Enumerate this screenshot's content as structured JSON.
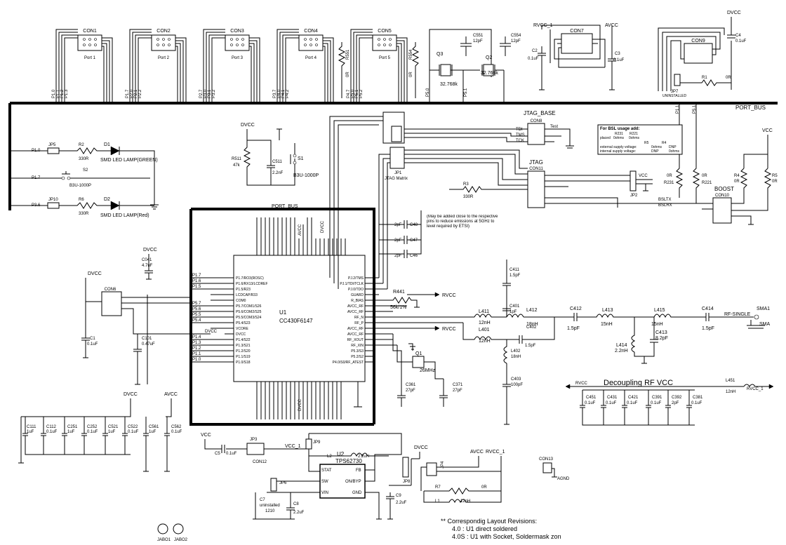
{
  "connectors": [
    {
      "ref": "CON1",
      "label": "Port 1"
    },
    {
      "ref": "CON2",
      "label": "Port 2"
    },
    {
      "ref": "CON3",
      "label": "Port 3"
    },
    {
      "ref": "CON4",
      "label": "Port 4"
    },
    {
      "ref": "CON5",
      "label": "Port 5"
    }
  ],
  "con_other": {
    "con6": "CON6",
    "con7": "CON7",
    "con8": "CON8",
    "con9": "CON9",
    "con10": "CON10",
    "con11": "CON11",
    "con12": "CON12",
    "con13": "CON13"
  },
  "labels": {
    "port_bus": "PORT_BUS",
    "port_bus_2": "PORT_BUS",
    "jtag_base": "JTAG_BASE",
    "jtag": "JTAG",
    "jtag_matrix": "JTAG Matrix",
    "boost": "BOOST",
    "bsltx": "BSLTX",
    "bslrx": "BSLRX",
    "tdi": "TDI",
    "tms": "TMS",
    "tck": "TCK",
    "test": "Test",
    "dvcc": "DVCC",
    "avcc": "AVCC",
    "rvcc": "RVCC",
    "rvcc_1": "RVCC_1",
    "vcc": "VCC",
    "vcc_1": "VCC_1",
    "agnd": "AGND",
    "sma1": "SMA1",
    "sma": "SMA",
    "rf_single": "RF-SINGLE",
    "uninstalled": "UNINSTALLED",
    "decoupling": "Decoupling RF VCC",
    "jabo1": "JABO1",
    "jabo2": "JABO2"
  },
  "u1": {
    "ref": "U1",
    "part": "CC430F6147"
  },
  "u1_pins_left": [
    "P1.7/RO3(ROSC)",
    "P1.6/RX13/LCDREF",
    "P1.5/R23",
    "LCDCAP/R33",
    "COM0",
    "P5.7/COM1/S26",
    "P5.6/COM2/S25",
    "P5.5/COM3/S24",
    "P5.4/S23",
    "VCORE",
    "DVCC",
    "P1.4/S22",
    "P1.3/S21",
    "P1.2/S20",
    "P1.1/S19",
    "P1.0/S18"
  ],
  "u1_pins_right": [
    "PJ.2/TMS",
    "PJ.1/TDI/TCLK",
    "PJ.0/TDO",
    "GUARD",
    "R_BIAS",
    "AVCC_RF",
    "AVCC_RF",
    "RF_N",
    "RF_P",
    "AVCC_RF",
    "AVCC_RF",
    "RF_XOUT",
    "RF_XIN",
    "P5.3/S3",
    "P5.2/S2",
    "P4.0/S0/RF_ATEST"
  ],
  "port_net_groups": [
    [
      "P1.0",
      "P1.1",
      "P1.2",
      "P1.3"
    ],
    [
      "P1.7",
      "P2.0",
      "P2.1",
      "P2.2"
    ],
    [
      "P2.7",
      "P3.0",
      "P3.1",
      "P3.2"
    ],
    [
      "P3.7",
      "P4.0",
      "P4.1",
      "P4.2"
    ],
    [
      "P4.7",
      "P5.0",
      "P5.1",
      "P5.2"
    ]
  ],
  "left_nets": {
    "u1_left": [
      "P1.7",
      "P1.6",
      "P1.5",
      "P5.7",
      "P5.6",
      "P5.5",
      "P5.4",
      "P1.4",
      "P1.3",
      "P1.2",
      "P1.1",
      "P1.0"
    ],
    "p10": "P1.0",
    "p17": "P1.7",
    "p36": "P3.6"
  },
  "leds": {
    "d1": "D1",
    "d1_desc": "SMD LED LAMP(GREEN)",
    "d2": "D2",
    "d2_desc": "SMD LED LAMP(Red)",
    "jp5": "JP5",
    "jp10": "JP10",
    "r2": "R2",
    "r2_val": "330R",
    "r6": "R6",
    "r6_val": "330R",
    "s2": "S2",
    "s2_val": "B3U-1000P"
  },
  "reset": {
    "r511": "R511",
    "r511_val": "47k",
    "c511": "C511",
    "c511_val": "2.2nF",
    "s1": "S1",
    "s1_val": "B3U-1000P"
  },
  "crystal32k": {
    "q3": "Q3",
    "q2": "Q2",
    "freq": "32.768k",
    "freq2": "32.768k",
    "c551": "C551",
    "c551_val": "12pF",
    "c554": "C554",
    "c554_val": "12pF",
    "r551": "R551",
    "r554": "R554",
    "r_val": "0R",
    "r_val2": "0R"
  },
  "top_misc": {
    "c2": "C2",
    "c2_val": "0.1uF",
    "c3": "C3",
    "c3_val": "0.1uF",
    "c4": "C4",
    "c4_val": "0.1uF",
    "jp7": "JP7",
    "r1": "R1",
    "r1_val": "0R"
  },
  "bsl_note": {
    "title": "For BSL usage add:",
    "col_a": "R231",
    "col_b": "R221",
    "row1_label": "placed",
    "row1_a": "0ohms",
    "row1_b": "0ohms",
    "col_c": "R5",
    "col_d": "R4",
    "row2_label": "external supply voltage:",
    "row2_c": "0ohms",
    "row2_d": "DNP",
    "row3_label": "internal  supply voltage:",
    "row3_c": "DNP",
    "row3_d": "0ohms"
  },
  "jtag_parts": {
    "jp1": "JP1",
    "jp2": "JP2",
    "r3": "R3",
    "r3_val": "330R",
    "r231": "R231",
    "r221": "R221",
    "r4": "R4",
    "r5": "R5",
    "r_val": "0R",
    "r_val2": "0R",
    "r_val3": "0R",
    "r_val4": "0R"
  },
  "note_rf": "(May be added close to the respective pins to reduce emissions at 5GHz to level required by ETSI)",
  "rf_caps": {
    "c48": "C48",
    "c47": "C47",
    "c46": "C46",
    "c_val": "2pF",
    "c_val2": "2pF",
    "c_val3": "2pF"
  },
  "caps_left": {
    "c041": "C041",
    "c041_val": "4.7uF",
    "c1": "C1",
    "c1_val": "0.1uF",
    "c101": "C101",
    "c101_val": "0.47uF"
  },
  "rf_chain": {
    "r441": "R441",
    "r441_val": "56k/1%",
    "l411": "L411",
    "l411_val": "12nH",
    "l412": "L412",
    "l412_val": "18nH",
    "l401": "L401",
    "l401_val": "12nH",
    "l402": "L402",
    "l402_val": "18nH",
    "c411": "C411",
    "c411_val": "1.5pF",
    "c401": "C401",
    "c401_val": "1pF",
    "c402": "C402",
    "c402_val": "1.5pF",
    "c403": "C403",
    "c403_val": "100pF",
    "c412": "C412",
    "c412_val": "1.5pF",
    "l413": "L413",
    "l413_val": "15nH",
    "l414": "L414",
    "l414_val": "2.2nH",
    "c413": "C413",
    "c413_val": "8.2pF",
    "l415": "L415",
    "l415_val": "15nH",
    "c414": "C414",
    "c414_val": "1.5pF"
  },
  "xtal26": {
    "q1": "Q1",
    "freq": "26MHz",
    "c361": "C361",
    "c361_val": "27pF",
    "c371": "C371",
    "c371_val": "27pF"
  },
  "decoupling": [
    {
      "ref": "C451",
      "val": "0.1uF"
    },
    {
      "ref": "C431",
      "val": "0.1uF"
    },
    {
      "ref": "C421",
      "val": "0.1uF"
    },
    {
      "ref": "C391",
      "val": "0.1uF"
    },
    {
      "ref": "C392",
      "val": "2pF"
    },
    {
      "ref": "C381",
      "val": "0.1uF"
    }
  ],
  "l451": {
    "ref": "L451",
    "val": "12nH"
  },
  "bottom_caps": [
    {
      "ref": "C111",
      "val": "1uF"
    },
    {
      "ref": "C112",
      "val": "0.1uF"
    },
    {
      "ref": "C251",
      "val": "1uF"
    },
    {
      "ref": "C252",
      "val": "0.1uF"
    },
    {
      "ref": "C521",
      "val": "1uF"
    },
    {
      "ref": "C522",
      "val": "0.1uF"
    },
    {
      "ref": "C561",
      "val": "1uF"
    },
    {
      "ref": "C562",
      "val": "0.1uF"
    }
  ],
  "power": {
    "u2": "U2",
    "u2_part": "TPS62730",
    "pin_stat": "STAT",
    "pin_fb": "FB",
    "pin_sw": "SW",
    "pin_onbyp": "ON/BYP",
    "pin_vin": "VIN",
    "pin_gnd": "GND",
    "l2": "L2",
    "l2_val": "2.2uH",
    "c5": "C5",
    "c5_val": "0.1uF",
    "jp3": "JP3",
    "jp9": "JP9",
    "jp6": "JP6",
    "jp8": "JP8",
    "jp4": "JP4",
    "c7": "C7",
    "c7_val": "uninstalled",
    "c7_pkg": "1210",
    "c8": "C8",
    "c8_val": "2.2uF",
    "c9": "C9",
    "c9_val": "2.2uF",
    "r7": "R7",
    "r7_val": "0R",
    "l1": "L1",
    "l1_val": "12nH"
  },
  "layout_note": {
    "title": "** Correspondig Layout Revisions:",
    "line1": "4.0   : U1 direct soldered",
    "line2": "4.0S : U1 with Socket, Soldermask zon"
  }
}
